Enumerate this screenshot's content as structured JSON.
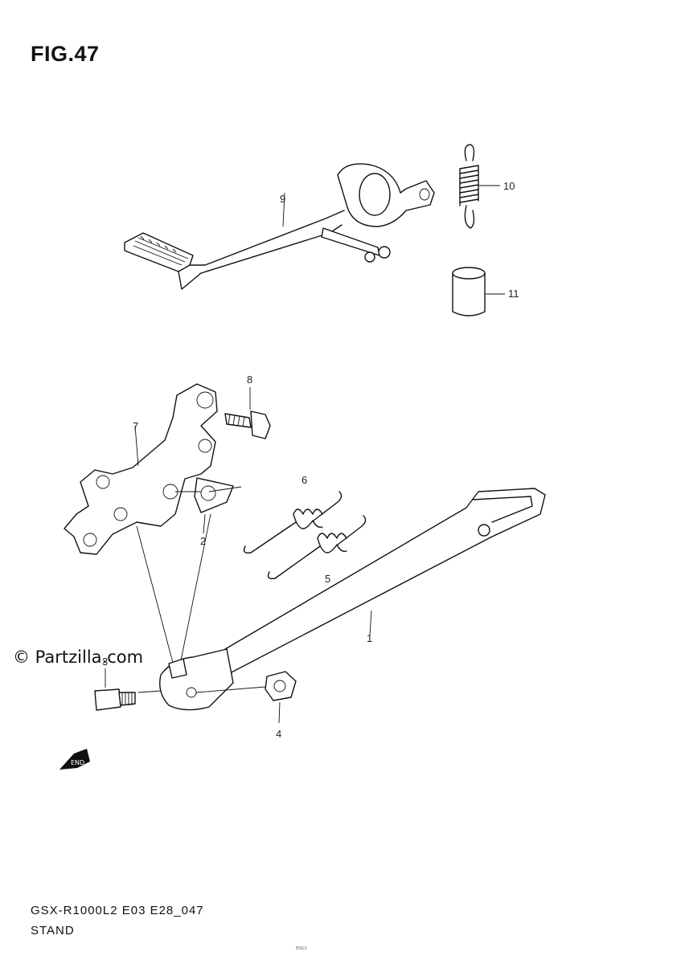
{
  "figure": {
    "title": "FIG.47"
  },
  "parts": [
    {
      "ref": "1"
    },
    {
      "ref": "2"
    },
    {
      "ref": "3"
    },
    {
      "ref": "4"
    },
    {
      "ref": "5"
    },
    {
      "ref": "6"
    },
    {
      "ref": "7"
    },
    {
      "ref": "8"
    },
    {
      "ref": "9"
    },
    {
      "ref": "10"
    },
    {
      "ref": "11"
    }
  ],
  "watermark": "© Partzilla.com",
  "footer": {
    "code": "GSX-R1000L2 E03 E28_047",
    "name": "STAND"
  },
  "fine_print": "ENG1",
  "end_marker": "END"
}
